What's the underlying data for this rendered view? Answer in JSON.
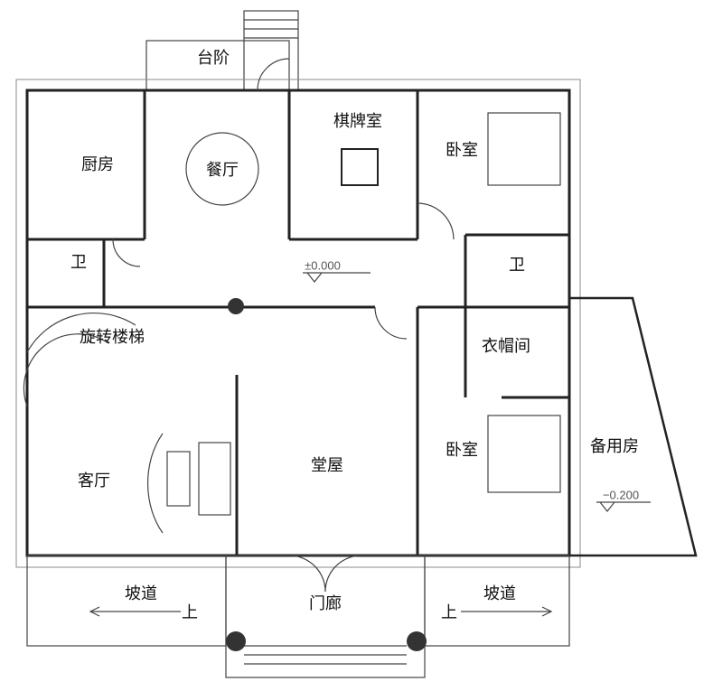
{
  "plan": {
    "rooms": {
      "steps": "台阶",
      "kitchen": "厨房",
      "dining": "餐厅",
      "chess_room": "棋牌室",
      "bedroom_top": "卧室",
      "bath_left": "卫",
      "bath_right": "卫",
      "spiral_stair": "旋转楼梯",
      "cloakroom": "衣帽间",
      "living_room": "客厅",
      "main_hall": "堂屋",
      "bedroom_bottom": "卧室",
      "spare_room": "备用房",
      "ramp_left": "坡道",
      "ramp_left_up": "上",
      "porch": "门廊",
      "ramp_right": "坡道",
      "ramp_right_up": "上"
    },
    "elevations": {
      "main": "±0.000",
      "spare": "−0.200"
    },
    "colors": {
      "wall": "#222222",
      "line": "#555555",
      "column": "#333333"
    }
  }
}
